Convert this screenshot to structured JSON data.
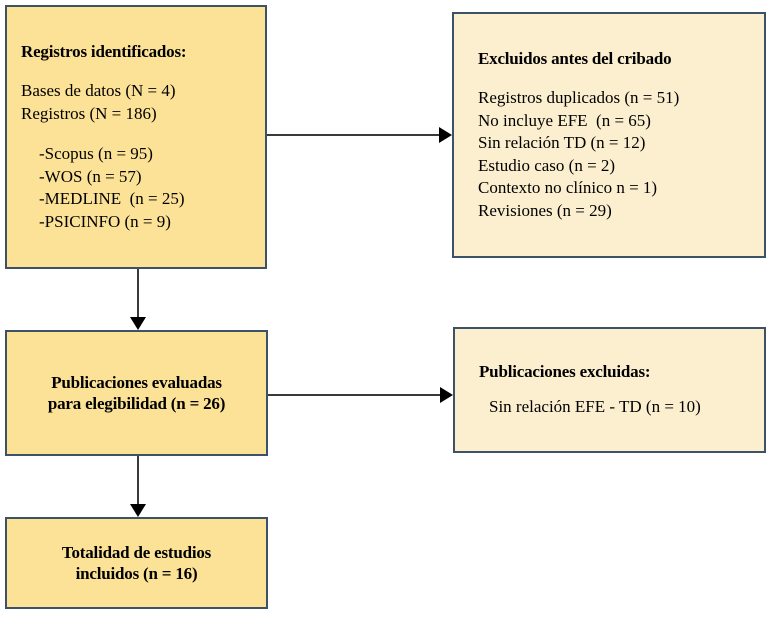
{
  "diagram": {
    "type": "prisma-flow-diagram",
    "language": "es",
    "colors": {
      "box_fill_left": "#fce296",
      "box_fill_right": "#fcefcf",
      "box_border": "#3b5268",
      "connector": "#3a3a3a",
      "text": "#000000",
      "background": "#ffffff"
    },
    "boxes": {
      "identified": {
        "title": "Registros identificados:",
        "lines": [
          "Bases de datos (N = 4)",
          "Registros (N = 186)"
        ],
        "sources": [
          "-Scopus (n = 95)",
          "-WOS (n = 57)",
          "-MEDLINE  (n = 25)",
          "-PSICINFO (n = 9)"
        ]
      },
      "excluded_before_screening": {
        "title": "Excluidos antes del cribado",
        "lines": [
          "Registros duplicados (n = 51)",
          "No incluye EFE  (n = 65)",
          "Sin relación TD (n = 12)",
          "Estudio caso (n = 2)",
          "Contexto no clínico n = 1)",
          "Revisiones (n = 29)"
        ]
      },
      "eligibility": {
        "title_line1": "Publicaciones evaluadas",
        "title_line2": "para elegibilidad  (n = 26)"
      },
      "publications_excluded": {
        "title": "Publicaciones excluidas:",
        "lines": [
          "Sin relación EFE - TD (n = 10)"
        ]
      },
      "included": {
        "title_line1": "Totalidad de estudios",
        "title_line2": "incluidos  (n = 16)"
      }
    },
    "connectors": [
      {
        "name": "identified-to-excluded",
        "direction": "right"
      },
      {
        "name": "identified-to-eligibility",
        "direction": "down"
      },
      {
        "name": "eligibility-to-publications-excluded",
        "direction": "right"
      },
      {
        "name": "eligibility-to-included",
        "direction": "down"
      }
    ]
  }
}
